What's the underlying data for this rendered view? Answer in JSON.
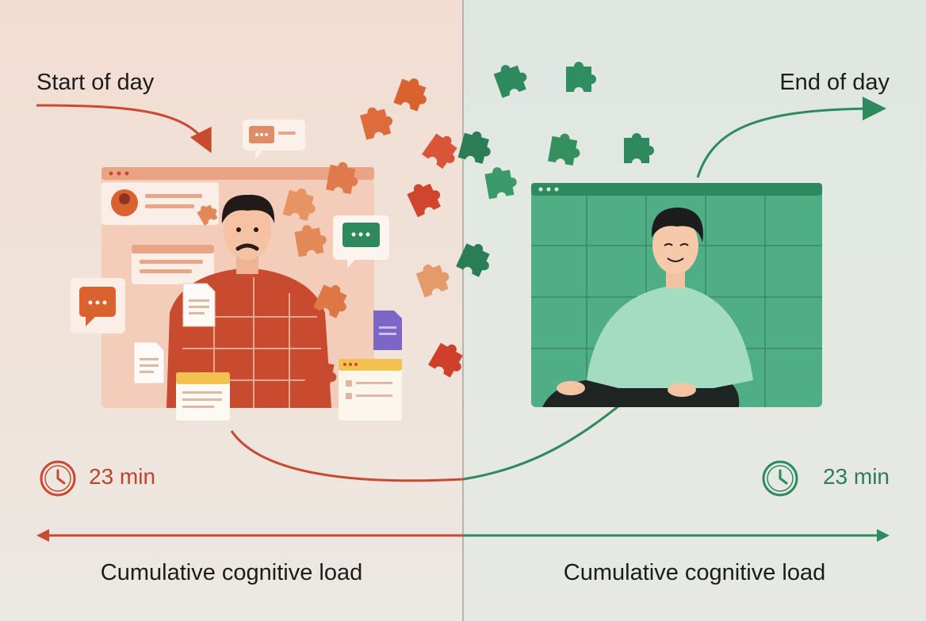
{
  "left": {
    "label": "Start of day",
    "timer": "23 min",
    "caption": "Cumulative cognitive load",
    "accent": "#c84a2f"
  },
  "right": {
    "label": "End of day",
    "timer": "23 min",
    "caption": "Cumulative cognitive load",
    "accent": "#2e8a5e"
  },
  "icons": [
    "clock-icon",
    "chat-bubble-icon",
    "document-icon",
    "puzzle-piece-icon",
    "browser-window-icon",
    "avatar-icon"
  ]
}
